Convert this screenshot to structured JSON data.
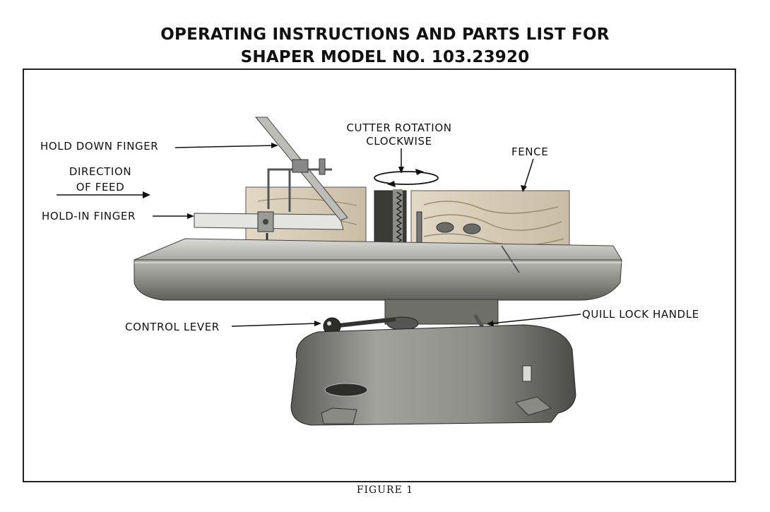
{
  "header": {
    "line1": "OPERATING INSTRUCTIONS AND PARTS LIST FOR",
    "line2": "SHAPER MODEL NO. 103.23920"
  },
  "figure": {
    "labels": {
      "hold_down_finger": "HOLD DOWN FINGER",
      "direction_line1": "DIRECTION",
      "direction_line2": "OF FEED",
      "hold_in_finger": "HOLD-IN FINGER",
      "cutter_line1": "CUTTER ROTATION",
      "cutter_line2": "CLOCKWISE",
      "fence": "FENCE",
      "control_lever": "CONTROL LEVER",
      "quill_lock_handle": "QUILL LOCK HANDLE"
    },
    "caption": "FIGURE 1"
  }
}
